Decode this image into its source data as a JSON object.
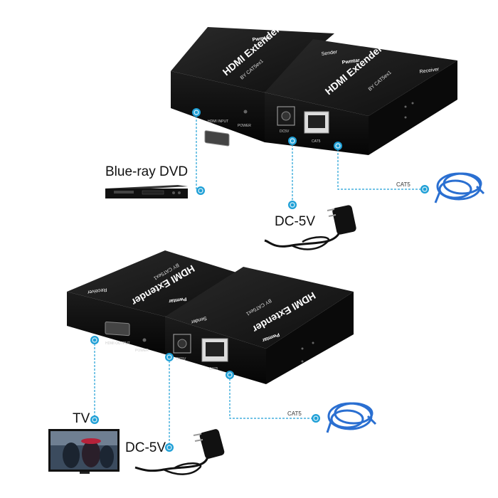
{
  "top_unit": {
    "brand": "Pwmtar",
    "sender": {
      "title": "HDMI Extender",
      "subtitle": "BY CAT5ex1",
      "role": "Sender"
    },
    "receiver": {
      "title": "HDMI Extender",
      "subtitle": "BY CAT5ex1",
      "role": "Receiver"
    },
    "ports": {
      "hdmi": "HDMI INPUT",
      "power": "POWER",
      "dc": "DC5V",
      "cat": "CAT5"
    }
  },
  "bottom_unit": {
    "brand": "Pwmtar",
    "sender": {
      "title": "HDMI Extender",
      "subtitle": "BY CAT5ex1",
      "role": "Sender"
    },
    "receiver": {
      "title": "HDMI Extender",
      "subtitle": "BY CAT5ex1",
      "role": "Receiver"
    },
    "ports": {
      "hdmi": "HDMI OUTPUT",
      "power": "POWER",
      "dc": "DC5V",
      "cat": "CAT5"
    }
  },
  "callouts": {
    "source": "Blue-ray DVD",
    "power_top": "DC-5V",
    "cable_top": "CAT5",
    "display": "TV",
    "power_bottom": "DC-5V",
    "cable_bottom": "CAT5"
  },
  "colors": {
    "accent": "#1e9fd6",
    "device": "#151515",
    "cable": "#2a6fd1"
  }
}
